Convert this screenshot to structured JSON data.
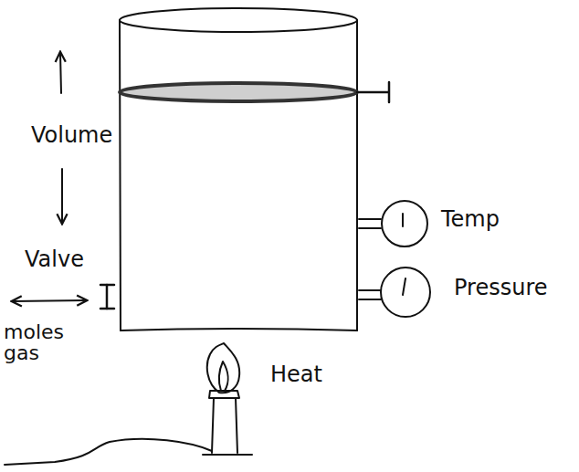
{
  "diagram": {
    "labels": [
      "Volume",
      "Valve",
      "moles gas",
      "Temp",
      "Pressure",
      "Heat"
    ]
  }
}
